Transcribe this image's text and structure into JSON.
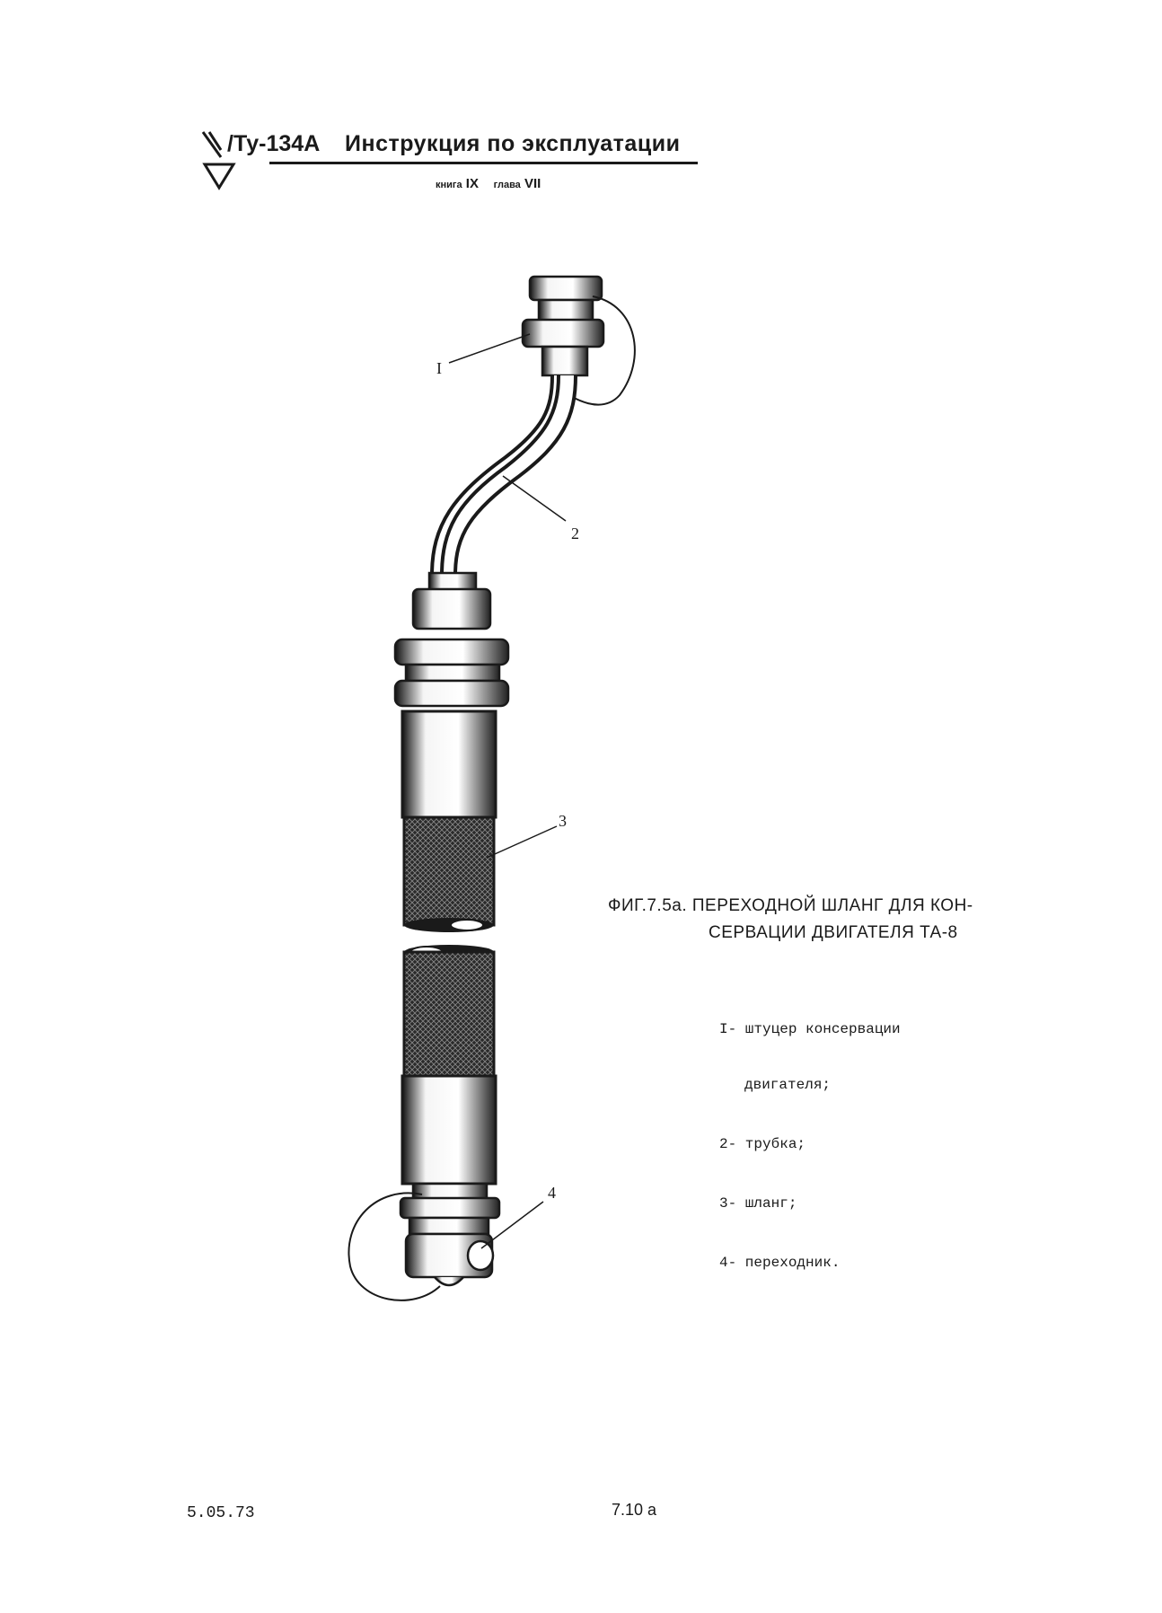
{
  "header": {
    "model": "/Ту-134А",
    "title": "Инструкция по эксплуатации",
    "book_label": "книга",
    "book_value": "IX",
    "chapter_label": "глава",
    "chapter_value": "VII"
  },
  "figure": {
    "caption_line1": "ФИГ.7.5а.  ПЕРЕХОДНОЙ ШЛАНГ ДЛЯ КОН-",
    "caption_line2": "СЕРВАЦИИ  ДВИГАТЕЛЯ  ТА-8",
    "callouts": [
      "I",
      "2",
      "3",
      "4"
    ],
    "legend": [
      {
        "main": "I- штуцер консервации",
        "cont": "двигателя;"
      },
      {
        "main": "2- трубка;"
      },
      {
        "main": "3- шланг;"
      },
      {
        "main": "4- переходник."
      }
    ]
  },
  "footer": {
    "date": "5.05.73",
    "page": "7.10 а"
  }
}
